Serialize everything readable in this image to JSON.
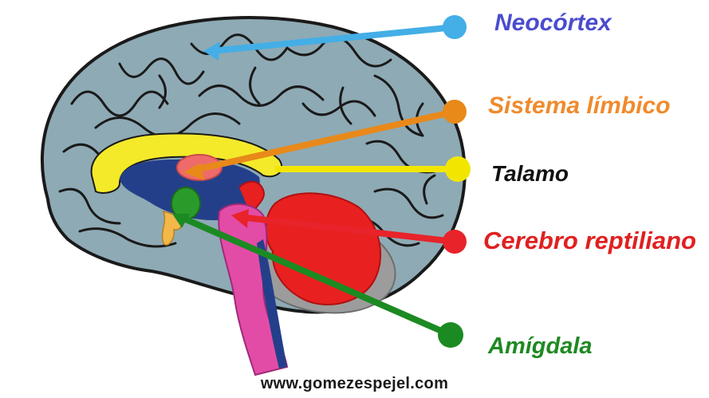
{
  "labels": {
    "neocortex": {
      "text": "Neocórtex",
      "color": "#4a4ccf"
    },
    "limbic": {
      "text": "Sistema límbico",
      "color": "#f08a2c"
    },
    "thalamus": {
      "text": "Talamo",
      "color": "#111111"
    },
    "reptilian": {
      "text": "Cerebro reptiliano",
      "color": "#e02020"
    },
    "amygdala": {
      "text": "Amígdala",
      "color": "#1e8a22"
    }
  },
  "pointer_colors": {
    "neocortex": "#44aee6",
    "limbic": "#e8891a",
    "thalamus": "#f2e600",
    "reptilian": "#e8232a",
    "amygdala": "#1c8a22"
  },
  "footer": "www.gomezespejel.com"
}
